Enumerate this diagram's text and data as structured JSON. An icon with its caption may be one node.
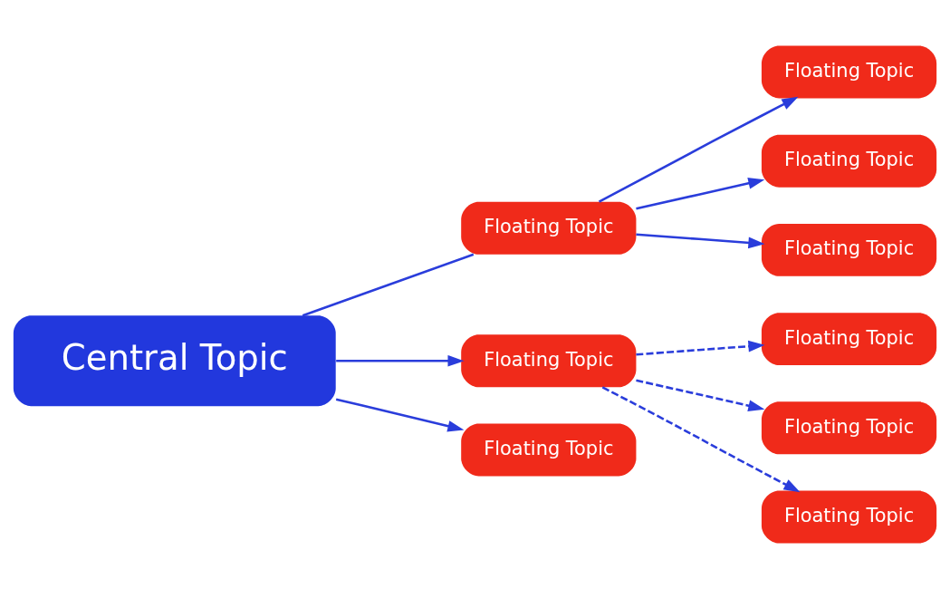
{
  "diagram": {
    "nodes": [
      {
        "text": [
          "Central Topic"
        ]
      },
      {
        "text": [
          "Floating Topic"
        ]
      },
      {
        "text": [
          "Floating Topic"
        ]
      },
      {
        "text": [
          "Floating Topic"
        ]
      },
      {
        "text": [
          "Floating Topic"
        ]
      },
      {
        "text": [
          "Floating Topic"
        ]
      },
      {
        "text": [
          "Floating Topic"
        ]
      },
      {
        "text": [
          "Floating Topic"
        ]
      },
      {
        "text": [
          "Floating Topic"
        ]
      },
      {
        "text": [
          "Floating Topic"
        ]
      }
    ],
    "edges": [
      {
        "from": 0,
        "to": 1,
        "arrow": "none"
      },
      {
        "from": 1,
        "to": 2,
        "arrow": "to"
      },
      {
        "from": 1,
        "to": 3,
        "arrow": "to"
      },
      {
        "from": 1,
        "to": 4,
        "arrow": "to"
      },
      {
        "from": 0,
        "to": 5,
        "arrow": "to"
      },
      {
        "from": 5,
        "to": 6,
        "arrow": "to",
        "style": "dashed"
      },
      {
        "from": 5,
        "to": 7,
        "arrow": "to",
        "style": "dashed"
      },
      {
        "from": 5,
        "to": 8,
        "arrow": "to",
        "style": "dashed"
      },
      {
        "from": 0,
        "to": 9,
        "arrow": "to"
      }
    ]
  }
}
